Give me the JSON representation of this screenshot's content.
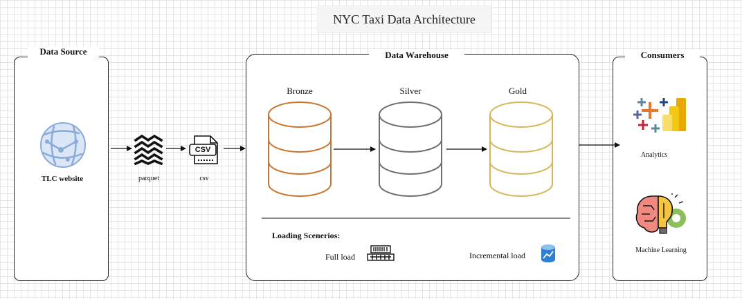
{
  "title": "NYC Taxi Data Architecture",
  "source": {
    "label": "Data Source",
    "website_label": "TLC website",
    "file_formats": [
      {
        "label": "parquet",
        "icon": "parquet-icon"
      },
      {
        "label": "csv",
        "icon": "csv-file-icon",
        "badge": "CSV"
      }
    ]
  },
  "warehouse": {
    "label": "Data Warehouse",
    "layers": [
      {
        "label": "Bronze",
        "color": "#c8762b"
      },
      {
        "label": "Silver",
        "color": "#6e6e6e"
      },
      {
        "label": "Gold",
        "color": "#d7b65a"
      }
    ],
    "loading": {
      "title": "Loading Scenerios:",
      "full_load": "Full load",
      "incremental_load": "Incremental load"
    }
  },
  "consumers": {
    "label": "Consumers",
    "items": [
      {
        "label": "Analytics",
        "icon": "tableau-icon"
      },
      {
        "label": "Machine Learning",
        "icon": "ml-brain-icon"
      }
    ]
  }
}
